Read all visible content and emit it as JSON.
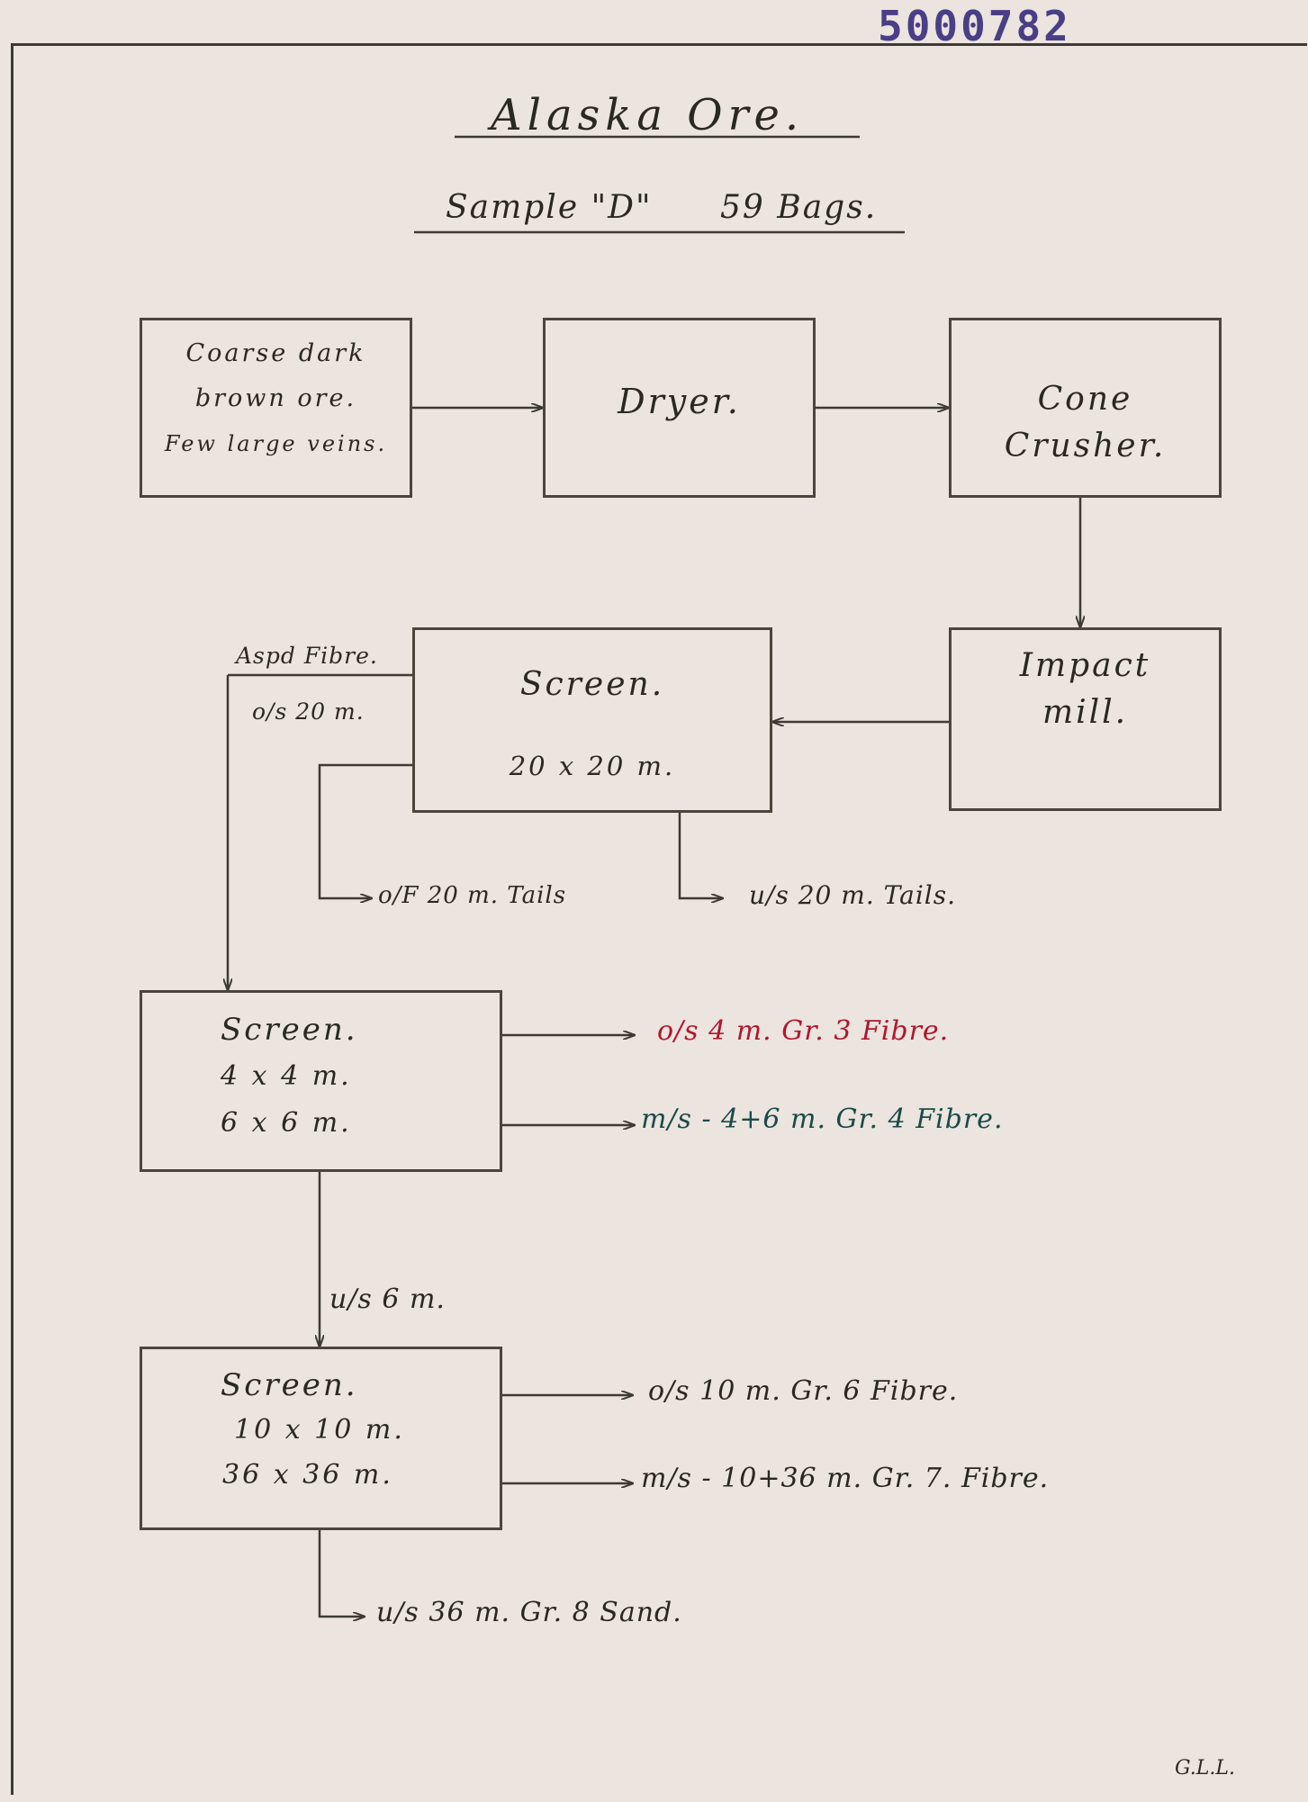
{
  "stamp": "5000782",
  "title": "Alaska Ore.",
  "subtitle": "Sample \"D\"",
  "subtitle_count": "59 Bags.",
  "boxes": {
    "ore": [
      "Coarse dark",
      "brown ore.",
      "Few large veins."
    ],
    "dryer": "Dryer.",
    "cone": [
      "Cone",
      "Crusher."
    ],
    "impact": [
      "Impact",
      "mill."
    ],
    "screen1": [
      "Screen.",
      "20 x 20 m."
    ],
    "screen2": [
      "Screen.",
      "4 x 4 m.",
      "6 x 6 m."
    ],
    "screen3": [
      "Screen.",
      "10 x 10 m.",
      "36 x 36 m."
    ]
  },
  "labels": {
    "aspd_fibre": "Aspd Fibre.",
    "os_20m": "o/s 20 m.",
    "of_20m_tails": "o/F 20 m. Tails",
    "us_20m_tails": "u/s 20 m. Tails.",
    "os_4m": "o/s 4 m. Gr. 3 Fibre.",
    "ms_4_6": "m/s - 4+6 m. Gr. 4 Fibre.",
    "us_6m": "u/s 6 m.",
    "os_10m": "o/s 10 m. Gr. 6 Fibre.",
    "ms_10_36": "m/s - 10+36 m. Gr. 7. Fibre.",
    "us_36m": "u/s 36 m. Gr. 8 Sand."
  },
  "initials": "G.L.L.",
  "colors": {
    "paper": "#ebe4df",
    "ink": "#2a2822",
    "red_ink": "#b0162c",
    "teal_ink": "#1a4a48",
    "stamp": "#4a3e86"
  }
}
